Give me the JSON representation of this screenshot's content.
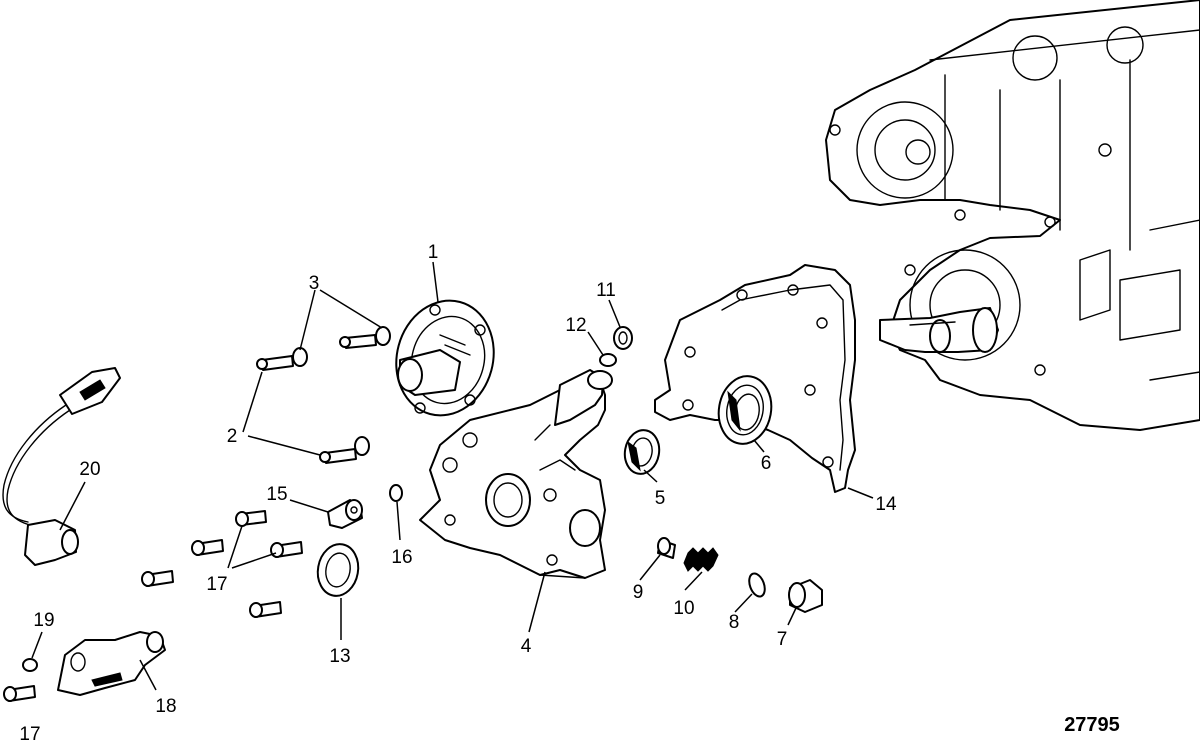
{
  "figure_number": "27795",
  "callouts": [
    {
      "id": "c1",
      "text": "1"
    },
    {
      "id": "c2",
      "text": "2"
    },
    {
      "id": "c3",
      "text": "3"
    },
    {
      "id": "c4",
      "text": "4"
    },
    {
      "id": "c5",
      "text": "5"
    },
    {
      "id": "c6",
      "text": "6"
    },
    {
      "id": "c7",
      "text": "7"
    },
    {
      "id": "c8",
      "text": "8"
    },
    {
      "id": "c9",
      "text": "9"
    },
    {
      "id": "c10",
      "text": "10"
    },
    {
      "id": "c11",
      "text": "11"
    },
    {
      "id": "c12",
      "text": "12"
    },
    {
      "id": "c13",
      "text": "13"
    },
    {
      "id": "c14",
      "text": "14"
    },
    {
      "id": "c15",
      "text": "15"
    },
    {
      "id": "c16",
      "text": "16"
    },
    {
      "id": "c17a",
      "text": "17"
    },
    {
      "id": "c17b",
      "text": "17"
    },
    {
      "id": "c18",
      "text": "18"
    },
    {
      "id": "c19",
      "text": "19"
    },
    {
      "id": "c20",
      "text": "20"
    }
  ]
}
